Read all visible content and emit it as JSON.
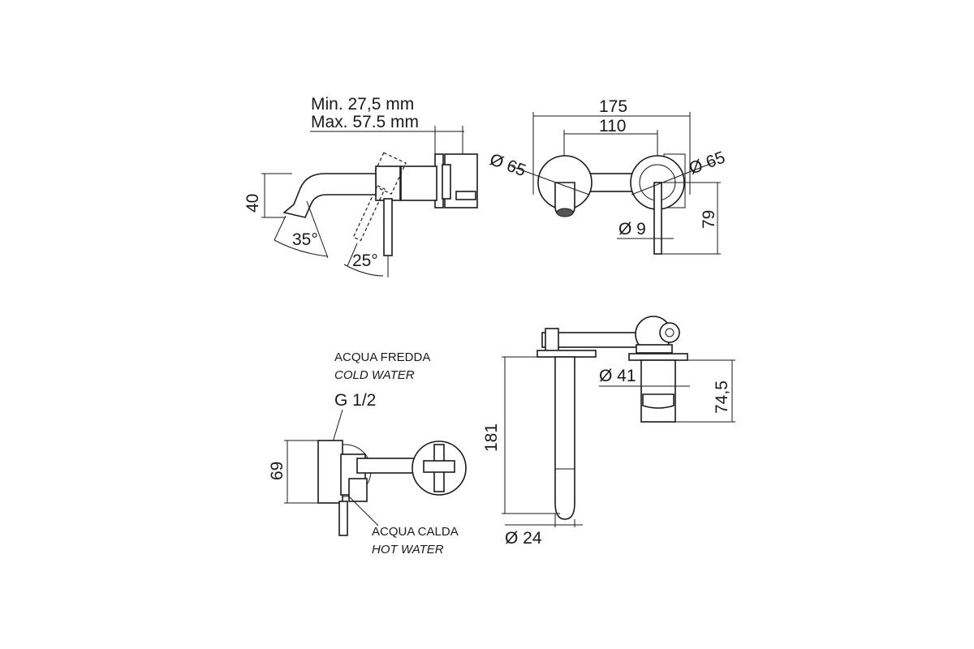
{
  "side_view": {
    "depth_min": "Min. 27,5 mm",
    "depth_max": "Max. 57.5 mm",
    "spout_height": "40",
    "spout_angle": "35°",
    "lever_angle": "25°"
  },
  "front_view": {
    "overall_width": "175",
    "center_distance": "110",
    "plate_dia_left": "Ø 65",
    "plate_dia_right": "Ø 65",
    "lever_dia": "Ø 9",
    "lever_height": "79"
  },
  "rear_view": {
    "cold_it": "ACQUA FREDDA",
    "cold_en": "COLD WATER",
    "thread": "G 1/2",
    "hot_it": "ACQUA CALDA",
    "hot_en": "HOT WATER",
    "body_height": "69"
  },
  "top_view": {
    "spout_length": "181",
    "spout_dia": "Ø 24",
    "cartridge_dia": "Ø 41",
    "cartridge_height": "74,5"
  }
}
